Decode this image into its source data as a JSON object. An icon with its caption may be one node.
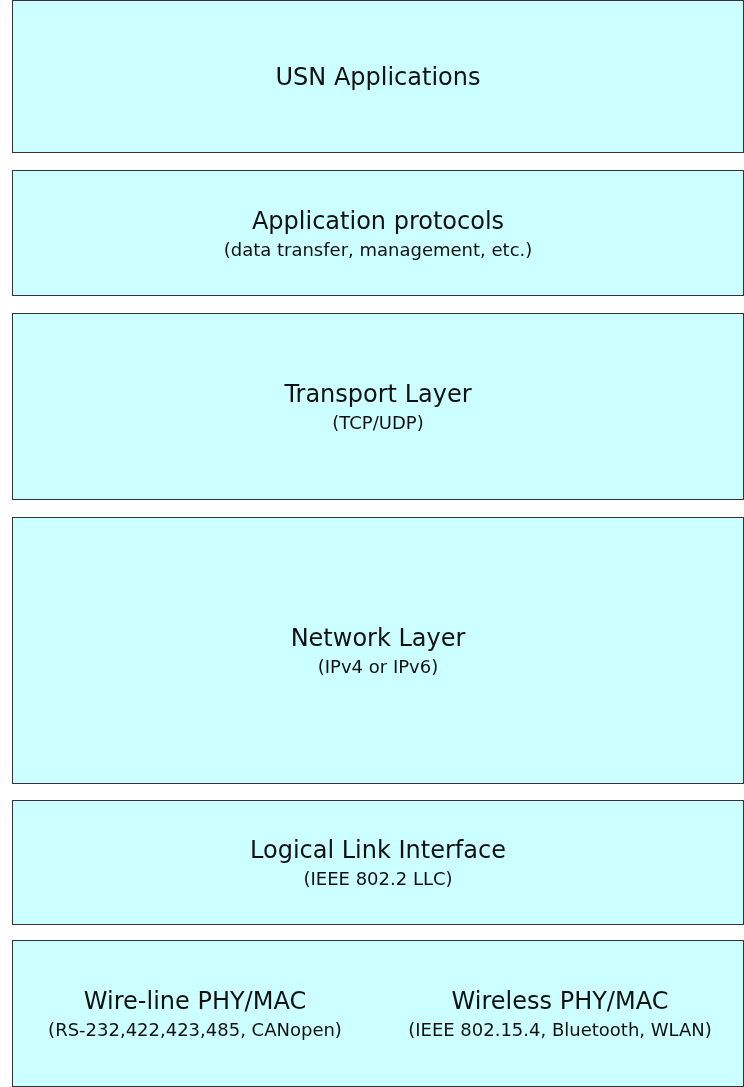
{
  "diagram": {
    "nodes": [
      {
        "text": [
          "USN Applications"
        ]
      },
      {
        "text": [
          "Application protocols",
          "(data transfer, management, etc.)"
        ]
      },
      {
        "text": [
          "Transport Layer",
          "(TCP/UDP)"
        ]
      },
      {
        "text": [
          "Network Layer",
          "(IPv4 or IPv6)"
        ]
      },
      {
        "text": [
          "Logical Link Interface",
          "(IEEE 802.2 LLC)"
        ]
      },
      {
        "text": [
          "Wire-line PHY/MAC",
          "(RS-232,422,423,485, CANopen)"
        ]
      },
      {
        "text": [
          "Wireless PHY/MAC",
          "(IEEE 802.15.4, Bluetooth, WLAN)"
        ]
      }
    ]
  }
}
